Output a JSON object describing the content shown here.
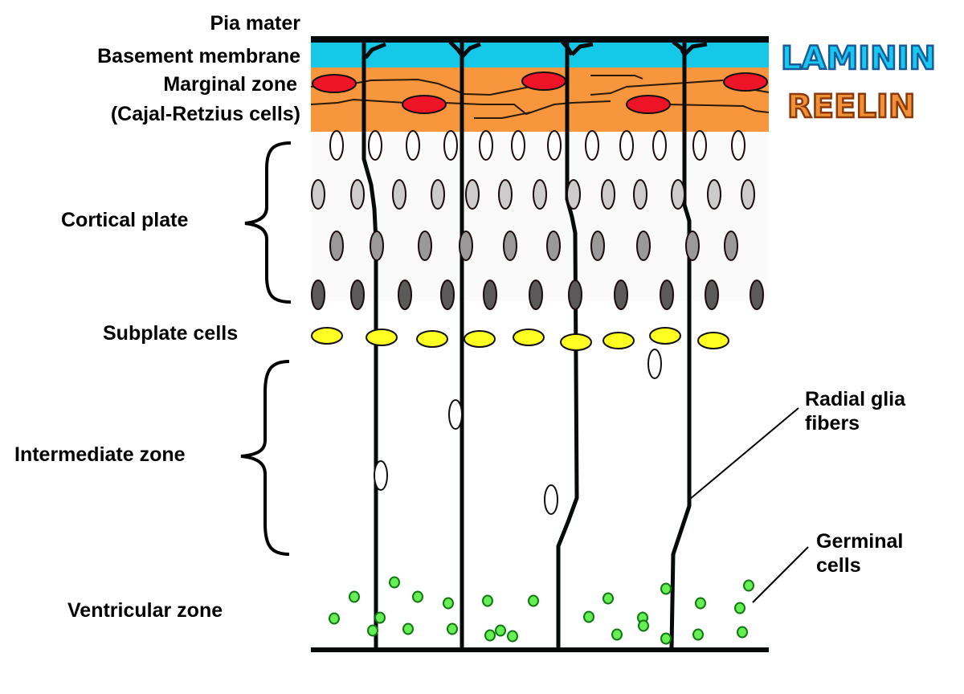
{
  "labels": {
    "pia_mater": "Pia mater",
    "basement_membrane": "Basement membrane",
    "marginal_zone": "Marginal zone",
    "cajal_retzius": "(Cajal-Retzius cells)",
    "cortical_plate": "Cortical plate",
    "subplate_cells": "Subplate cells",
    "intermediate_zone": "Intermediate zone",
    "ventricular_zone": "Ventricular zone",
    "radial_glia_line1": "Radial glia",
    "radial_glia_line2": "fibers",
    "germinal_line1": "Germinal",
    "germinal_line2": "cells"
  },
  "proteins": {
    "laminin": "LAMININ",
    "reelin": "REELIN"
  },
  "colors": {
    "basement_membrane": "#16c8e8",
    "marginal_zone": "#f7963c",
    "cajal_retzius_cell": "#ee1428",
    "cortical_row1": "#ffffff",
    "cortical_row2": "#cccccc",
    "cortical_row3": "#999999",
    "cortical_row4": "#5a5a5a",
    "subplate_cell": "#ffff22",
    "germinal_cell": "#66ee55",
    "germinal_stroke": "#117711",
    "laminin_fill": "#18c8f0",
    "laminin_stroke": "#1a5a9a",
    "reelin_fill": "#f29038",
    "reelin_stroke": "#8a3a0a"
  }
}
